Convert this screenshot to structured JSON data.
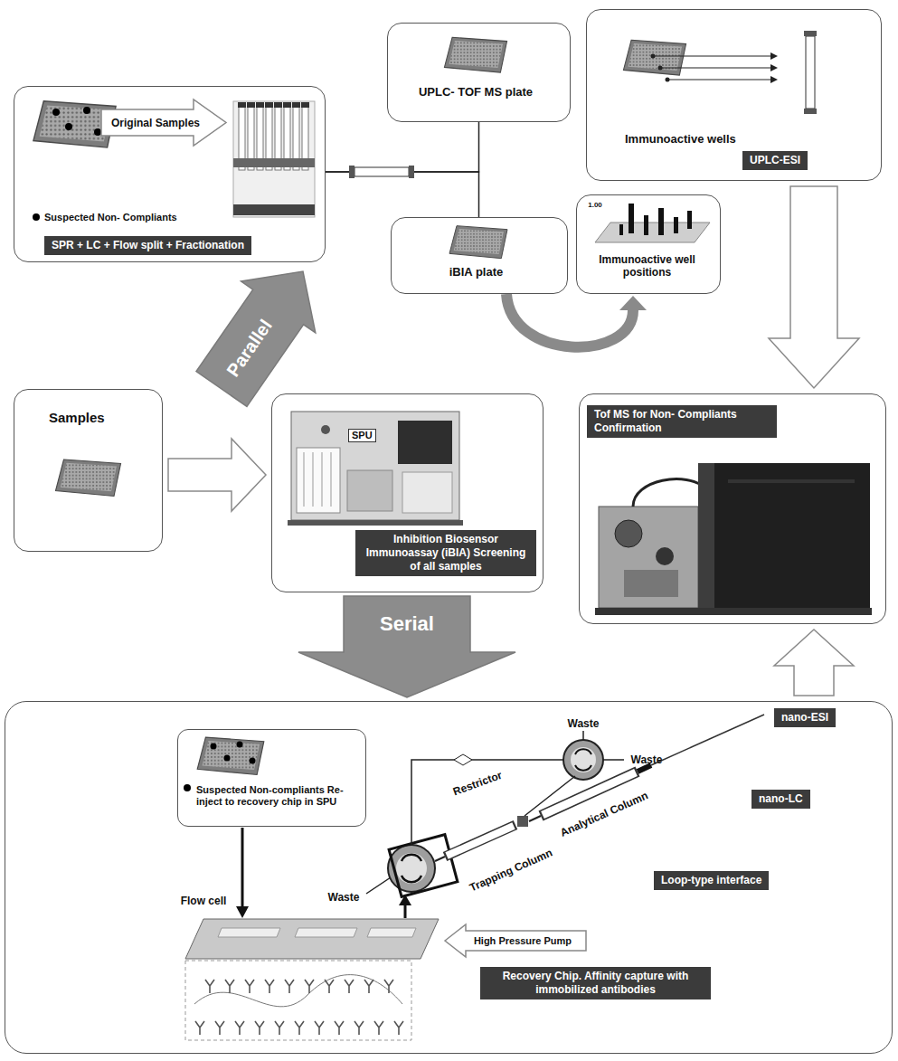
{
  "diagram": {
    "nodes": [
      {
        "text": [
          "Original Samples",
          "Suspected Non- Compliants",
          "SPR + LC + Flow split + Fractionation"
        ]
      },
      {
        "text": [
          "UPLC- TOF MS plate"
        ]
      },
      {
        "text": [
          "Immunoactive wells",
          "UPLC-ESI"
        ]
      },
      {
        "text": [
          "iBIA plate"
        ]
      },
      {
        "text": [
          "Immunoactive well positions"
        ]
      },
      {
        "text": [
          "Samples"
        ]
      },
      {
        "text": [
          "SPU",
          "Inhibition Biosensor Immunoassay (iBIA) Screening of all samples"
        ]
      },
      {
        "text": [
          "Tof MS for Non- Compliants Confirmation"
        ]
      },
      {
        "text": [
          "nano-ESI",
          "nano-LC",
          "Loop-type interface",
          "Recovery Chip. Affinity capture with immobilized antibodies"
        ]
      },
      {
        "text": [
          "Suspected Non-compliants Re-inject to recovery chip in SPU"
        ],
        "in": 8
      }
    ],
    "edges": [
      {
        "from": 5,
        "to": 6,
        "arrow": "to"
      },
      {
        "from": 6,
        "to": 0,
        "label": "Parallel",
        "arrow": "to"
      },
      {
        "from": 0,
        "to": 1,
        "arrow": "none"
      },
      {
        "from": 0,
        "to": 3,
        "arrow": "none"
      },
      {
        "from": 3,
        "to": 4,
        "arrow": "to"
      },
      {
        "from": 2,
        "to": 7,
        "arrow": "to"
      },
      {
        "from": 6,
        "to": 8,
        "label": "Serial",
        "arrow": "to"
      },
      {
        "from": 8,
        "to": 7,
        "arrow": "to"
      }
    ],
    "labels": [
      "1.00",
      "Waste",
      "Waste",
      "Restrictor",
      "Analytical Column",
      "Trapping Column",
      "Waste",
      "High Pressure Pump",
      "Flow cell"
    ]
  }
}
